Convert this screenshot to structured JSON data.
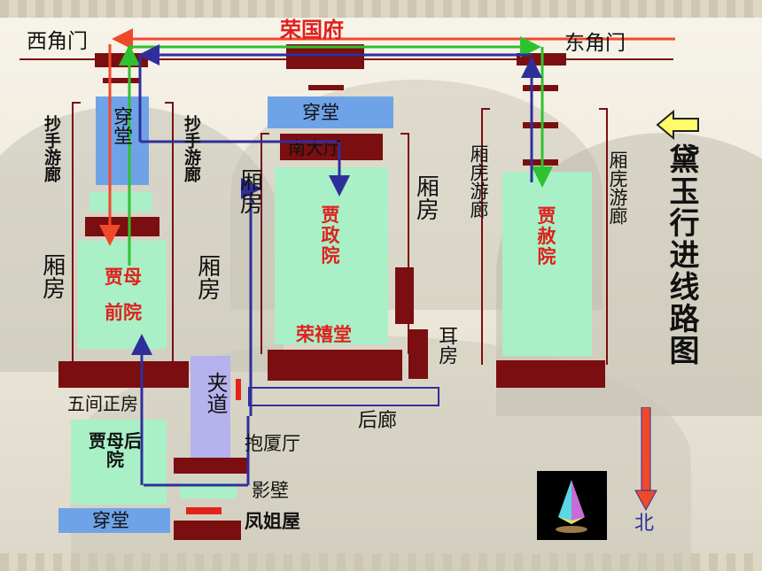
{
  "title": "荣国府",
  "side_title": "黛玉行进线路图",
  "gates": {
    "west": "西角门",
    "east": "东角门"
  },
  "halls": {
    "chuantang_top": "穿堂",
    "chuantang_left": "穿堂",
    "chuantang_bottom": "穿堂",
    "nan_da_ting": "南大厅",
    "rong_xi_tang": "荣禧堂",
    "wu_jian_zheng_fang": "五间正房",
    "bao_xia_ting": "抱厦厅",
    "ying_bi": "影壁",
    "feng_jie_wu": "凤姐屋",
    "hou_lang": "后廊",
    "er_fang": "耳房",
    "jia_dao": "夹道"
  },
  "courtyards": {
    "jiamu_front": "贾母前院",
    "jiamu_back": "贾母后院",
    "jiazheng": "贾政院",
    "jiashe": "贾赦院"
  },
  "corridors": {
    "chaoshou_left": "抄手游廊",
    "chaoshou_right": "抄手游廊",
    "xiangwu_left": "厢庑游廊",
    "xiangwu_right": "厢庑游廊"
  },
  "wings": {
    "left_outer": "厢房",
    "left_inner": "厢房",
    "center_left": "厢房",
    "center_right": "厢房"
  },
  "compass": {
    "north": "北"
  },
  "colors": {
    "court_fill": "#a9f0c6",
    "hall_blue": "#6fa3e8",
    "dark_red": "#7b0e10",
    "route_red": "#f0492a",
    "route_green": "#2fc22f",
    "route_blue": "#2f2f9c",
    "accent_yellow": "#fffb6b",
    "title_red": "#e0201e"
  }
}
